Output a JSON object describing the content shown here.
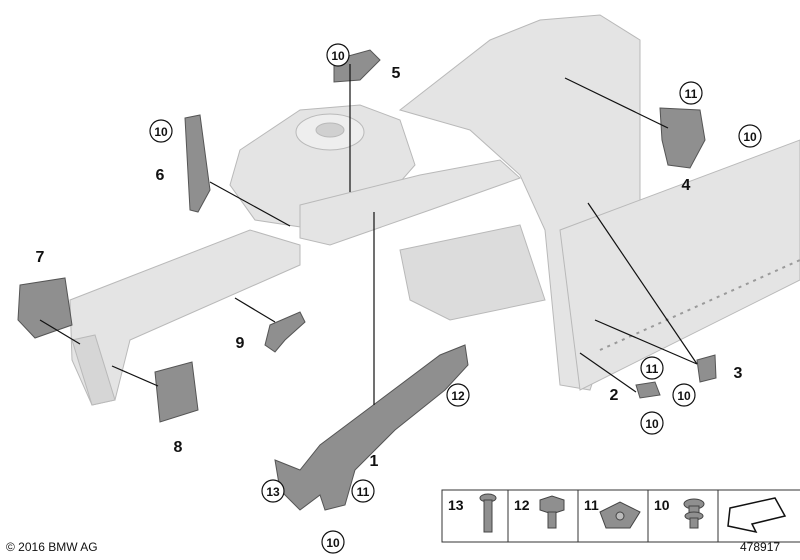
{
  "callouts": {
    "c1": "1",
    "c2": "2",
    "c3": "3",
    "c4": "4",
    "c5": "5",
    "c6": "6",
    "c7": "7",
    "c8": "8",
    "c9": "9"
  },
  "bubbles": {
    "b5": "10",
    "b6": "10",
    "b4a": "11",
    "b4b": "10",
    "b2a": "11",
    "b2b": "10",
    "b3": "10",
    "b1a": "12",
    "b1b": "13",
    "b1c": "11",
    "b1d": "10"
  },
  "legend": {
    "n13": "13",
    "n12": "12",
    "n11": "11",
    "n10": "10"
  },
  "footer": {
    "copyright": "© 2016 BMW AG",
    "reference": "478917"
  },
  "colors": {
    "body": "#e4e4e4",
    "body_edge": "#b9b9b9",
    "part": "#8f8f8f",
    "line": "#111111"
  }
}
